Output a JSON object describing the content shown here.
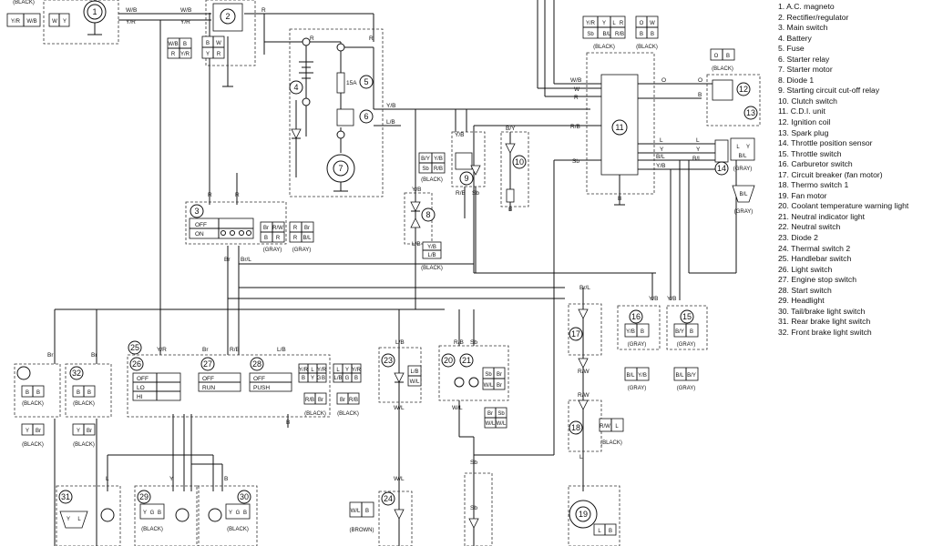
{
  "legend": [
    "1. A.C. magneto",
    "2. Rectifier/regulator",
    "3. Main switch",
    "4. Battery",
    "5. Fuse",
    "6. Starter relay",
    "7. Starter motor",
    "8. Diode 1",
    "9. Starting circuit cut-off relay",
    "10. Clutch switch",
    "11. C.D.I. unit",
    "12. Ignition coil",
    "13. Spark plug",
    "14. Throttle position sensor",
    "15. Throttle switch",
    "16. Carburetor switch",
    "17. Circuit breaker (fan motor)",
    "18. Thermo switch 1",
    "19. Fan motor",
    "20. Coolant temperature warning light",
    "21. Neutral indicator light",
    "22. Neutral switch",
    "23. Diode 2",
    "24. Thermal switch 2",
    "25. Handlebar switch",
    "26. Light switch",
    "27. Engine stop switch",
    "28. Start switch",
    "29. Headlight",
    "30. Tail/brake light switch",
    "31. Rear brake light switch",
    "32. Front brake light switch"
  ],
  "numbers": [
    "1",
    "2",
    "3",
    "4",
    "5",
    "6",
    "7",
    "8",
    "9",
    "10",
    "11",
    "12",
    "13",
    "14",
    "15",
    "16",
    "17",
    "18",
    "19",
    "20",
    "21",
    "23",
    "24",
    "25",
    "26",
    "27",
    "28",
    "29",
    "30",
    "31",
    "32"
  ],
  "wires": {
    "wb": "W/B",
    "yr": "Y/R",
    "r": "R",
    "w": "W",
    "rb": "R/B",
    "sb": "Sb",
    "o": "O",
    "l": "L",
    "y": "Y",
    "bl": "B/L",
    "yb": "Y/B",
    "lb": "L/B",
    "b": "B",
    "br": "Br",
    "brl": "Br/L",
    "rw": "R/W",
    "wl": "W/L",
    "by": "B/Y",
    "fifteen_a": "15A"
  },
  "captions": {
    "black": "(BLACK)",
    "gray": "(GRAY)",
    "brown": "(BROWN)"
  },
  "switches": {
    "main": {
      "off": "OFF",
      "on": "ON"
    },
    "light": {
      "off": "OFF",
      "lo": "LO",
      "hi": "HI"
    },
    "stop": {
      "off": "OFF",
      "run": "RUN"
    },
    "start": {
      "off": "OFF",
      "push": "PUSH"
    }
  },
  "connectors": {
    "c1": [
      "W",
      "Y"
    ],
    "c1b": [
      "Y/R",
      "W/B"
    ],
    "c2": [
      "B",
      "W",
      "Y",
      "R"
    ],
    "c2b": [
      "W/B",
      "B",
      "R",
      "Y/R"
    ],
    "c3a": [
      "Br",
      "R/W",
      "B",
      "R"
    ],
    "c3b": [
      "R",
      "Br",
      "R",
      "B/L"
    ],
    "c11a": [
      "Y/R",
      "Y",
      "L",
      "R",
      "Sb",
      "B/L",
      "R/B"
    ],
    "c11b": [
      "O",
      "W",
      "B",
      "B"
    ],
    "c12": [
      "O",
      "B"
    ],
    "c9": [
      "B/Y",
      "Y/B",
      "Sb",
      "R/B"
    ],
    "c8": [
      "Y/B",
      "L/B"
    ],
    "c14": [
      "L",
      "Y",
      "B/L"
    ],
    "c14b": [
      "B/L"
    ],
    "c16": [
      "Y/B",
      "B"
    ],
    "c15": [
      "B/Y",
      "B"
    ],
    "c16b": [
      "B/L",
      "Y/B"
    ],
    "c15b": [
      "B/L",
      "B/Y"
    ],
    "c18": [
      "R/W",
      "L"
    ],
    "c19": [
      "L",
      "B"
    ],
    "c32": [
      "B",
      "B"
    ],
    "c32b": [
      "Y",
      "Br"
    ],
    "c31": [
      "B",
      "B"
    ],
    "c31b": [
      "Y",
      "Br"
    ],
    "c25a": [
      "Y/R",
      "L",
      "Y/R",
      "B",
      "Y",
      "G",
      "B"
    ],
    "c25b": [
      "L",
      "Y",
      "Y/R",
      "L/B",
      "G",
      "B"
    ],
    "c25c": [
      "R/B",
      "Br"
    ],
    "c25d": [
      "Br",
      "R/B"
    ],
    "c23": [
      "L/B",
      "W/L"
    ],
    "c20": [
      "Sb",
      "Br",
      "W/L",
      "Br"
    ],
    "c20b": [
      "Br",
      "Sb",
      "W/L",
      "W/L"
    ],
    "c24": [
      "W/L",
      "B"
    ],
    "c30": [
      "Y",
      "L"
    ],
    "c29a": [
      "Y",
      "G",
      "B"
    ],
    "c29b": [
      "Y",
      "G",
      "B"
    ]
  }
}
